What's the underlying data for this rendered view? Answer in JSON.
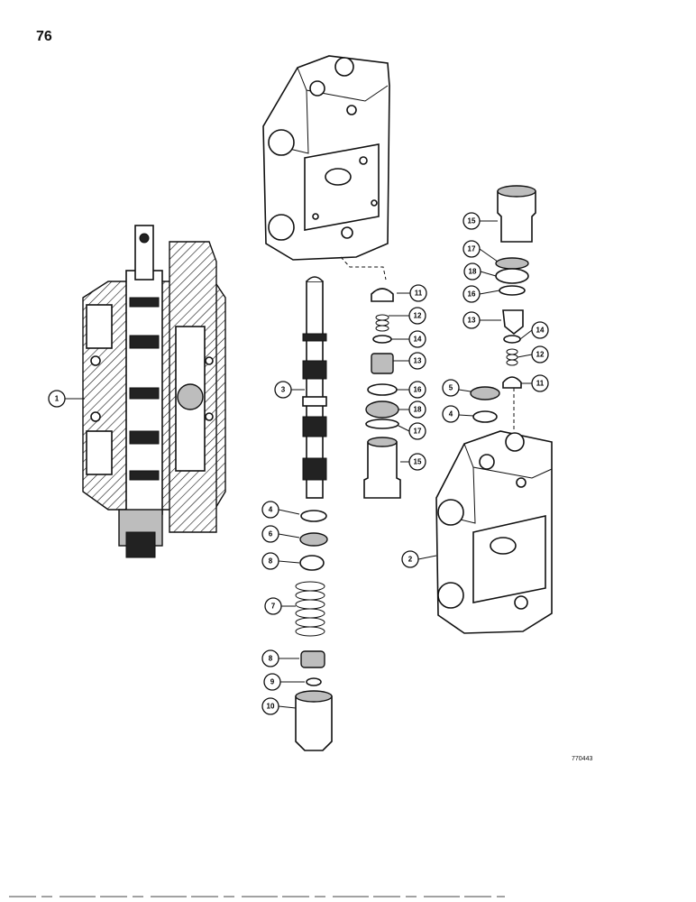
{
  "page": {
    "number": "76",
    "figure_code": "770443"
  },
  "callouts": [
    "1",
    "2",
    "3",
    "4",
    "5",
    "6",
    "7",
    "8",
    "9",
    "10",
    "11",
    "12",
    "13",
    "14",
    "15",
    "16",
    "17",
    "18"
  ]
}
